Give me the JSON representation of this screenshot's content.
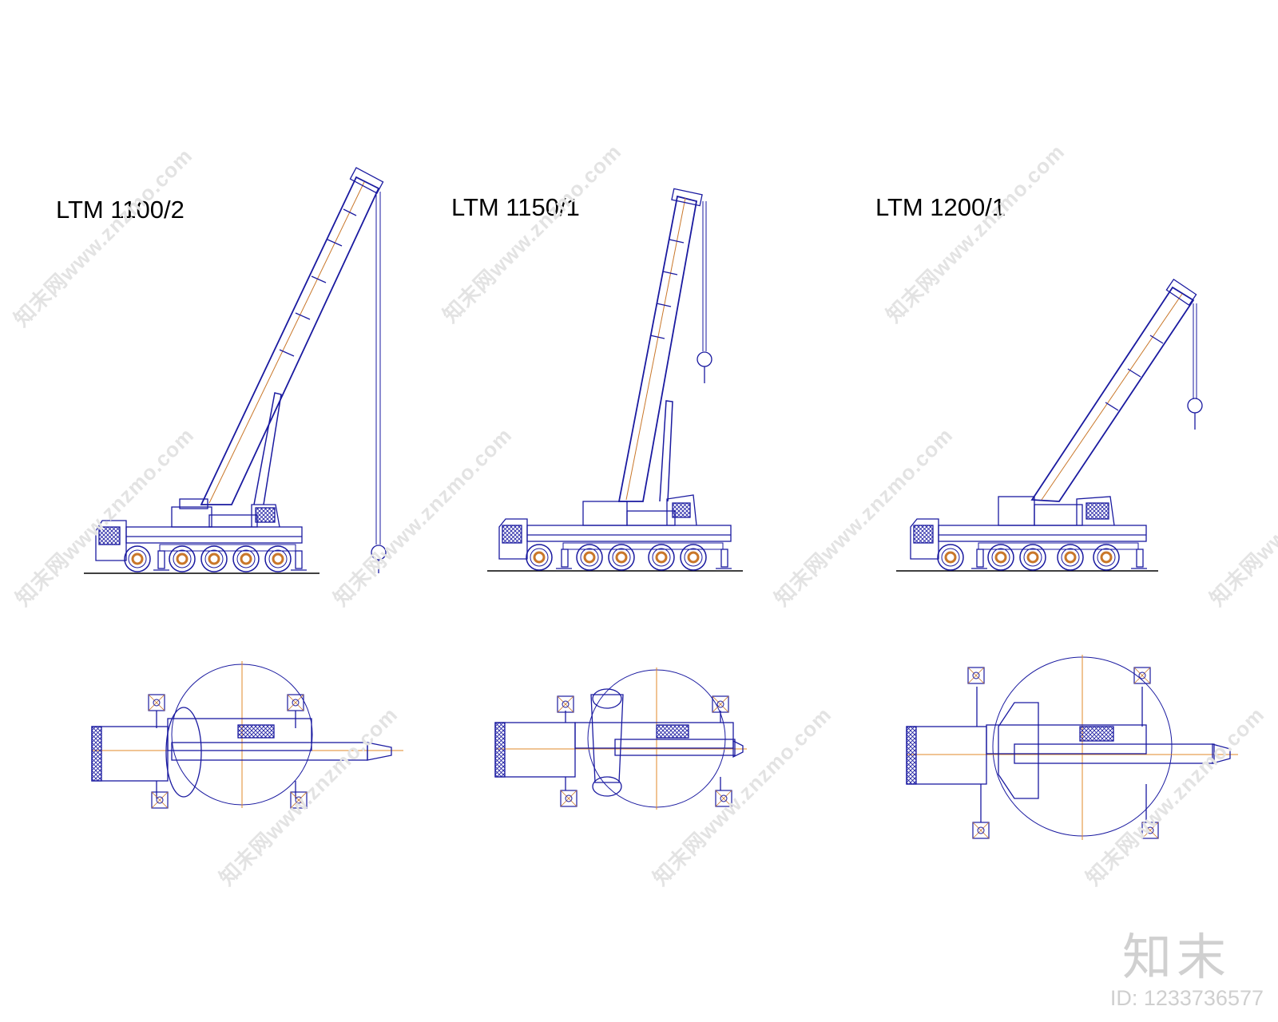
{
  "diagram": {
    "models": [
      {
        "title": "LTM 1100/2"
      },
      {
        "title": "LTM 1150/1"
      },
      {
        "title": "LTM 1200/1"
      }
    ]
  },
  "watermark": {
    "text": "知末网www.znzmo.com",
    "logo": "知末",
    "id_label": "ID: 1233736577"
  },
  "colors": {
    "outline": "#1a1aa0",
    "centerline": "#e08a2a",
    "ground": "#000000"
  }
}
